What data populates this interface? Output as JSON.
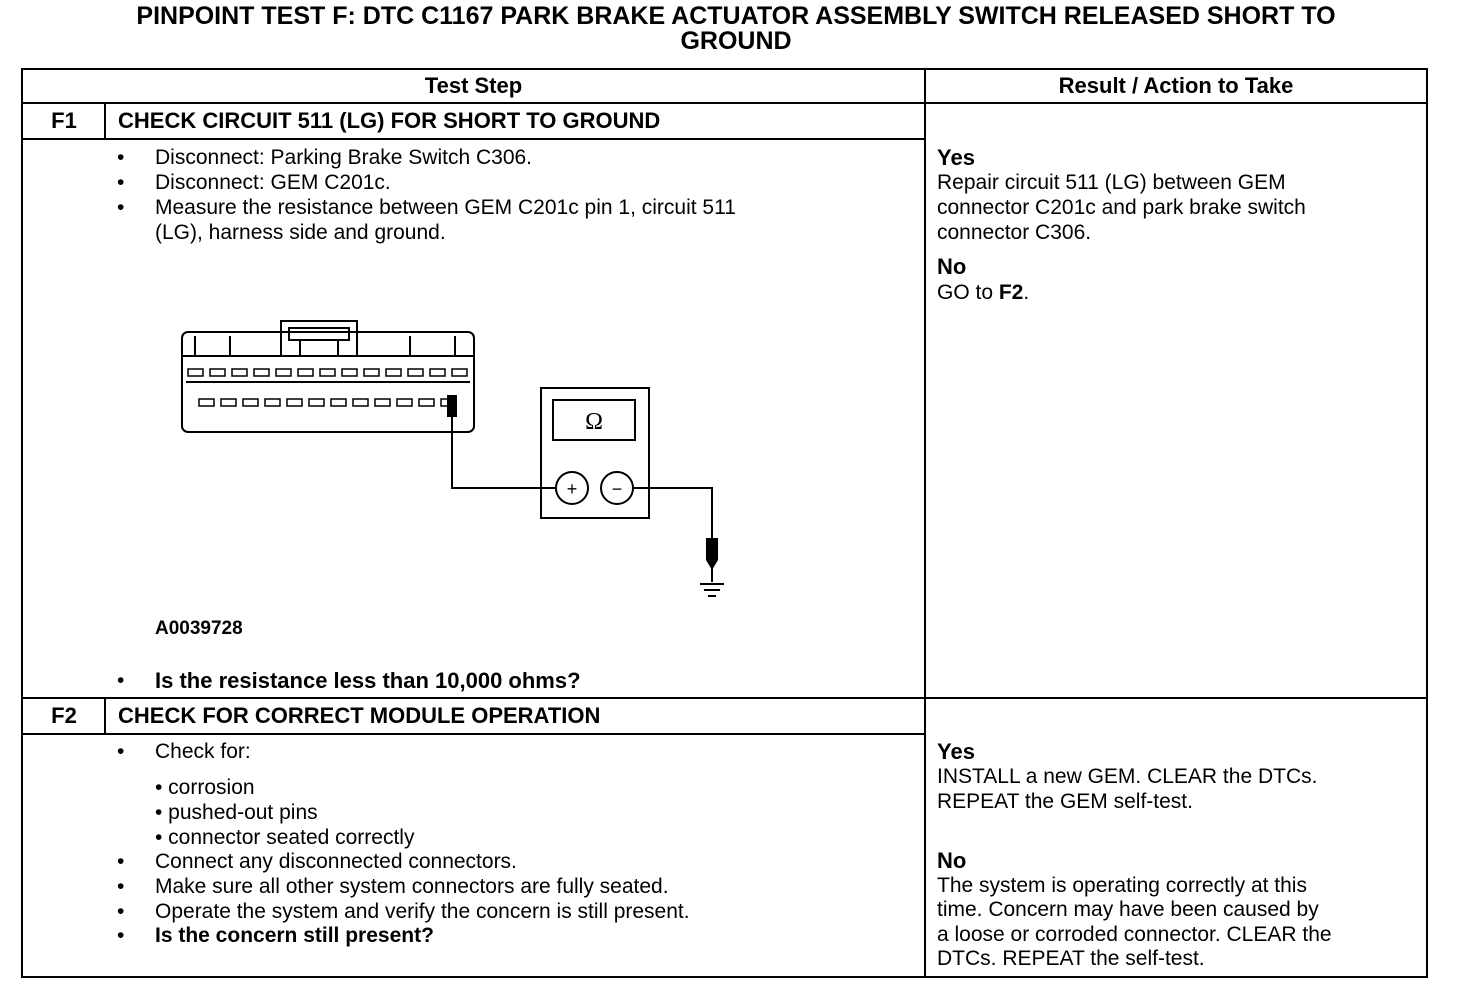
{
  "title": {
    "line1": "PINPOINT TEST  F: DTC C1167 PARK BRAKE ACTUATOR ASSEMBLY SWITCH RELEASED SHORT TO",
    "line2": "GROUND"
  },
  "table": {
    "col_test_step": "Test Step",
    "col_result": "Result / Action to Take"
  },
  "f1": {
    "id": "F1",
    "title": "CHECK CIRCUIT 511 (LG) FOR SHORT TO GROUND",
    "bullets": [
      "Disconnect: Parking Brake Switch C306.",
      "Disconnect: GEM C201c.",
      "Measure the resistance between GEM C201c pin 1, circuit 511",
      "(LG), harness side and ground."
    ],
    "figure_id": "A0039728",
    "ohm_symbol": "Ω",
    "plus": "+",
    "minus": "−",
    "question": "Is the resistance less than 10,000 ohms?",
    "yes_label": "Yes",
    "yes_lines": [
      "Repair circuit 511 (LG) between GEM",
      "connector C201c and park brake switch",
      "connector C306."
    ],
    "no_label": "No",
    "no_text_pre": "GO to ",
    "no_text_link": "F2",
    "no_text_post": "."
  },
  "f2": {
    "id": "F2",
    "title": "CHECK FOR CORRECT MODULE OPERATION",
    "check_for": "Check for:",
    "sub_items": [
      "• corrosion",
      "• pushed-out pins",
      "• connector seated correctly"
    ],
    "bullets": [
      "Connect any disconnected connectors.",
      "Make sure all other system connectors are fully seated.",
      "Operate the system and verify the concern is still present."
    ],
    "question": "Is the concern still present?",
    "yes_label": "Yes",
    "yes_lines": [
      "INSTALL a new GEM. CLEAR the DTCs.",
      "REPEAT the GEM self-test."
    ],
    "no_label": "No",
    "no_lines": [
      "The system is operating correctly at this",
      "time. Concern may have been caused by",
      "a loose or corroded connector. CLEAR the",
      "DTCs. REPEAT the self-test."
    ]
  },
  "bullet_char": "•"
}
